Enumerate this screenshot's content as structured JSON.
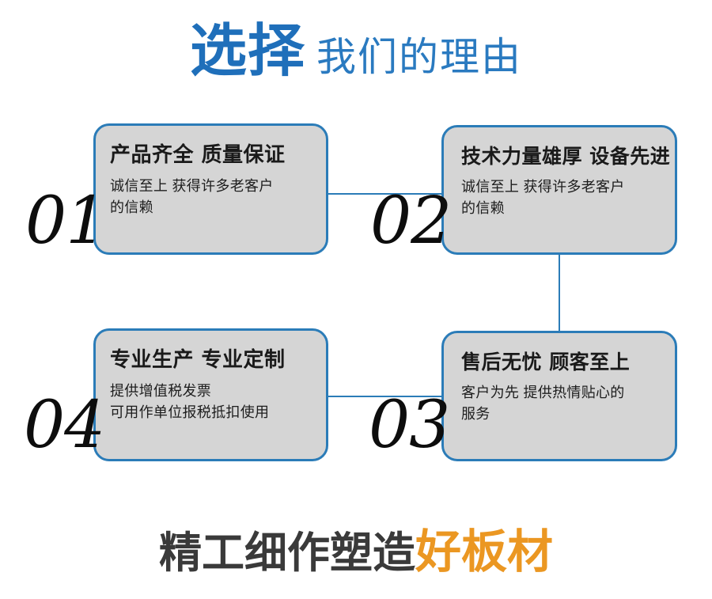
{
  "header": {
    "strong": "选择",
    "light": "我们的理由"
  },
  "colors": {
    "accent_blue": "#2b7cb8",
    "title_blue": "#1f6fba",
    "card_fill": "#d5d5d5",
    "number_black": "#0d0d0d",
    "footer_dark": "#3a3a3a",
    "footer_orange": "#eb9722"
  },
  "cards": [
    {
      "number": "01",
      "title": "产品齐全 质量保证",
      "body_lines": [
        "诚信至上 获得许多老客户",
        "的信赖"
      ]
    },
    {
      "number": "02",
      "title": "技术力量雄厚 设备先进",
      "body_lines": [
        "诚信至上 获得许多老客户",
        "的信赖"
      ]
    },
    {
      "number": "03",
      "title": "售后无忧 顾客至上",
      "body_lines": [
        "客户为先 提供热情贴心的",
        "服务"
      ]
    },
    {
      "number": "04",
      "title": "专业生产 专业定制",
      "body_lines": [
        "提供增值税发票",
        "可用作单位报税抵扣使用"
      ]
    }
  ],
  "footer": {
    "dark": "精工细作塑造",
    "accent": "好板材"
  }
}
